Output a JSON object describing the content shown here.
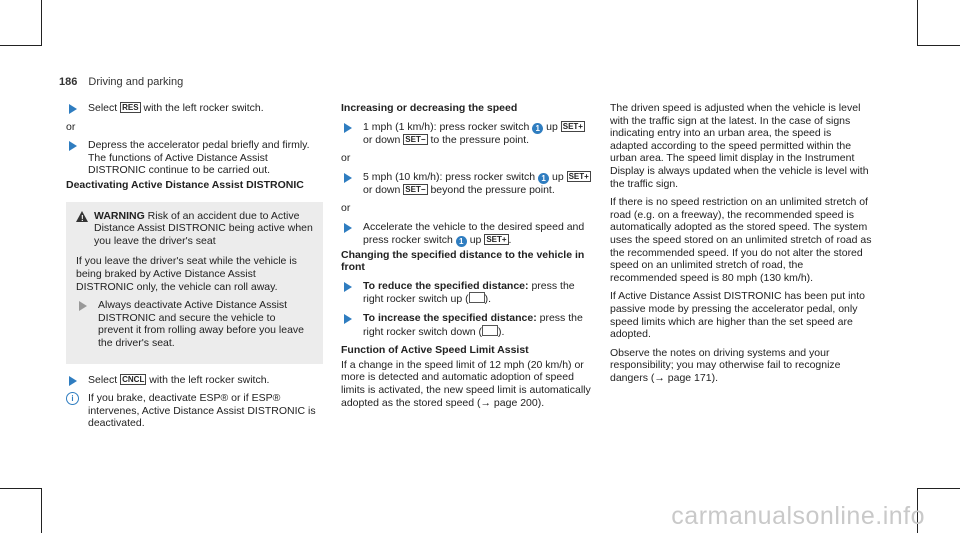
{
  "header": {
    "page_number": "186",
    "section": "Driving and parking"
  },
  "col1": {
    "b1_pre": "Select",
    "b1_key": "RES",
    "b1_post": "with the left rocker switch.",
    "or1": "or",
    "b2_l1": "Depress the accelerator pedal briefly and firmly.",
    "b2_l2": "The functions of Active Distance Assist DISTRONIC continue to be carried out.",
    "deact_heading": "Deactivating Active Distance Assist DISTRONIC",
    "warn_title": "WARNING",
    "warn_text": "Risk of an accident due to Active Distance Assist DISTRONIC being active when you leave the driver's seat",
    "warn_p2": "If you leave the driver's seat while the vehicle is being braked by Active Distance Assist DISTRONIC only, the vehicle can roll away.",
    "warn_bullet": "Always deactivate Active Distance Assist DISTRONIC and secure the vehicle to prevent it from rolling away before you leave the driver's seat.",
    "b3_pre": "Select",
    "b3_key": "CNCL",
    "b3_post": "with the left rocker switch.",
    "info_text": "If you brake, deactivate ESP® or if ESP® intervenes, Active Distance Assist DISTRONIC is deactivated."
  },
  "col2": {
    "heading1": "Increasing or decreasing the speed",
    "b1_a": "1 mph (1 km/h): press rocker switch",
    "b1_b": "up",
    "b1_c": "or down",
    "b1_d": "to the pressure point.",
    "or1": "or",
    "b2_a": "5 mph (10 km/h): press rocker switch",
    "b2_b": "up",
    "b2_c": "or down",
    "b2_d": "beyond the pressure point.",
    "or2": "or",
    "b3_a": "Accelerate the vehicle to the desired speed and press rocker switch",
    "b3_b": "up",
    "heading2": "Changing the specified distance to the vehicle in front",
    "b4_bold": "To reduce the specified distance:",
    "b4_text": "press the right rocker switch up (",
    "b5_bold": "To increase the specified distance:",
    "b5_text": "press the right rocker switch down (",
    "heading3": "Function of Active Speed Limit Assist",
    "p1": "If a change in the speed limit of 12 mph (20 km/h) or more is detected and automatic adoption of speed limits is activated, the new speed limit is automatically adopted as the stored speed (→ page 200).",
    "callout": "1",
    "key_up": "SET+",
    "key_down": "SET−"
  },
  "col3": {
    "p1": "The driven speed is adjusted when the vehicle is level with the traffic sign at the latest. In the case of signs indicating entry into an urban area, the speed is adapted according to the speed permitted within the urban area. The speed limit display in the Instrument Display is always updated when the vehicle is level with the traffic sign.",
    "p2": "If there is no speed restriction on an unlimited stretch of road (e.g. on a freeway), the recommended speed is automatically adopted as the stored speed. The system uses the speed stored on an unlimited stretch of road as the recommended speed. If you do not alter the stored speed on an unlimited stretch of road, the recommended speed is 80 mph (130 km/h).",
    "p3": "If Active Distance Assist DISTRONIC has been put into passive mode by pressing the accelerator pedal, only speed limits which are higher than the set speed are adopted.",
    "p4": "Observe the notes on driving systems and your responsibility; you may otherwise fail to recognize dangers (→ page 171)."
  },
  "watermark": "carmanualsonline.info",
  "colors": {
    "accent": "#2f7dc0",
    "warn_bg": "#ececec"
  }
}
